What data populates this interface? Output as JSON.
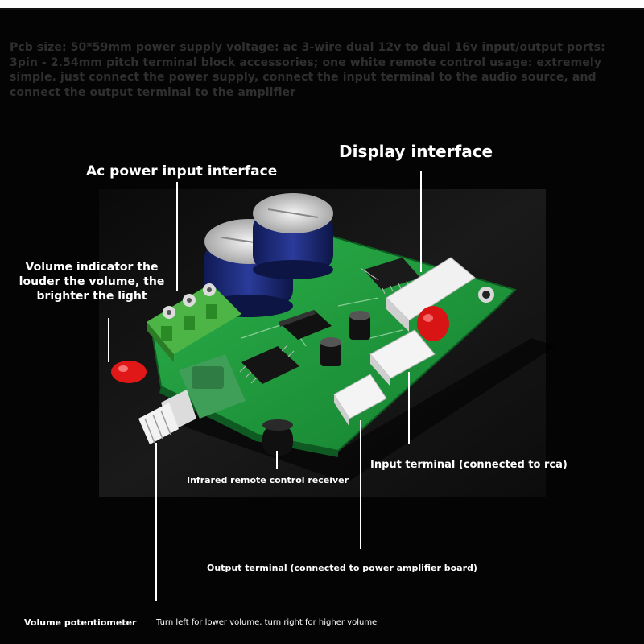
{
  "description": "Pcb size: 50*59mm power supply voltage: ac 3-wire dual 12v to dual 16v input/output ports: 3pin - 2.54mm pitch terminal block accessories; one white remote control usage: extremely simple. just connect the power supply, connect the input terminal to the audio source, and connect the output terminal to the amplifier",
  "callouts": {
    "display_interface": "Display interface",
    "ac_power_input": "Ac power input interface",
    "volume_indicator": "Volume indicator the louder the volume, the brighter the light",
    "input_terminal": "Input terminal (connected to rca)",
    "ir_receiver": "Infrared remote control receiver",
    "output_terminal": "Output terminal (connected to power amplifier board)",
    "volume_potentiometer": "Volume potentiometer",
    "volume_direction": "Turn left for lower volume, turn right for higher volume"
  },
  "colors": {
    "background": "#040404",
    "pcb_green": "#1f9a3c",
    "capacitor_blue": "#1d2a78",
    "terminal_green": "#3fa03a",
    "led_red": "#e01818",
    "text_white": "#ffffff",
    "text_dim": "#2f2f2f"
  },
  "icons": {
    "board": "pcb-board-photo",
    "capacitor": "electrolytic-capacitor",
    "terminal_block": "screw-terminal-block",
    "potentiometer": "rotary-potentiometer",
    "led": "red-led",
    "ir_receiver": "ir-receiver-component"
  }
}
